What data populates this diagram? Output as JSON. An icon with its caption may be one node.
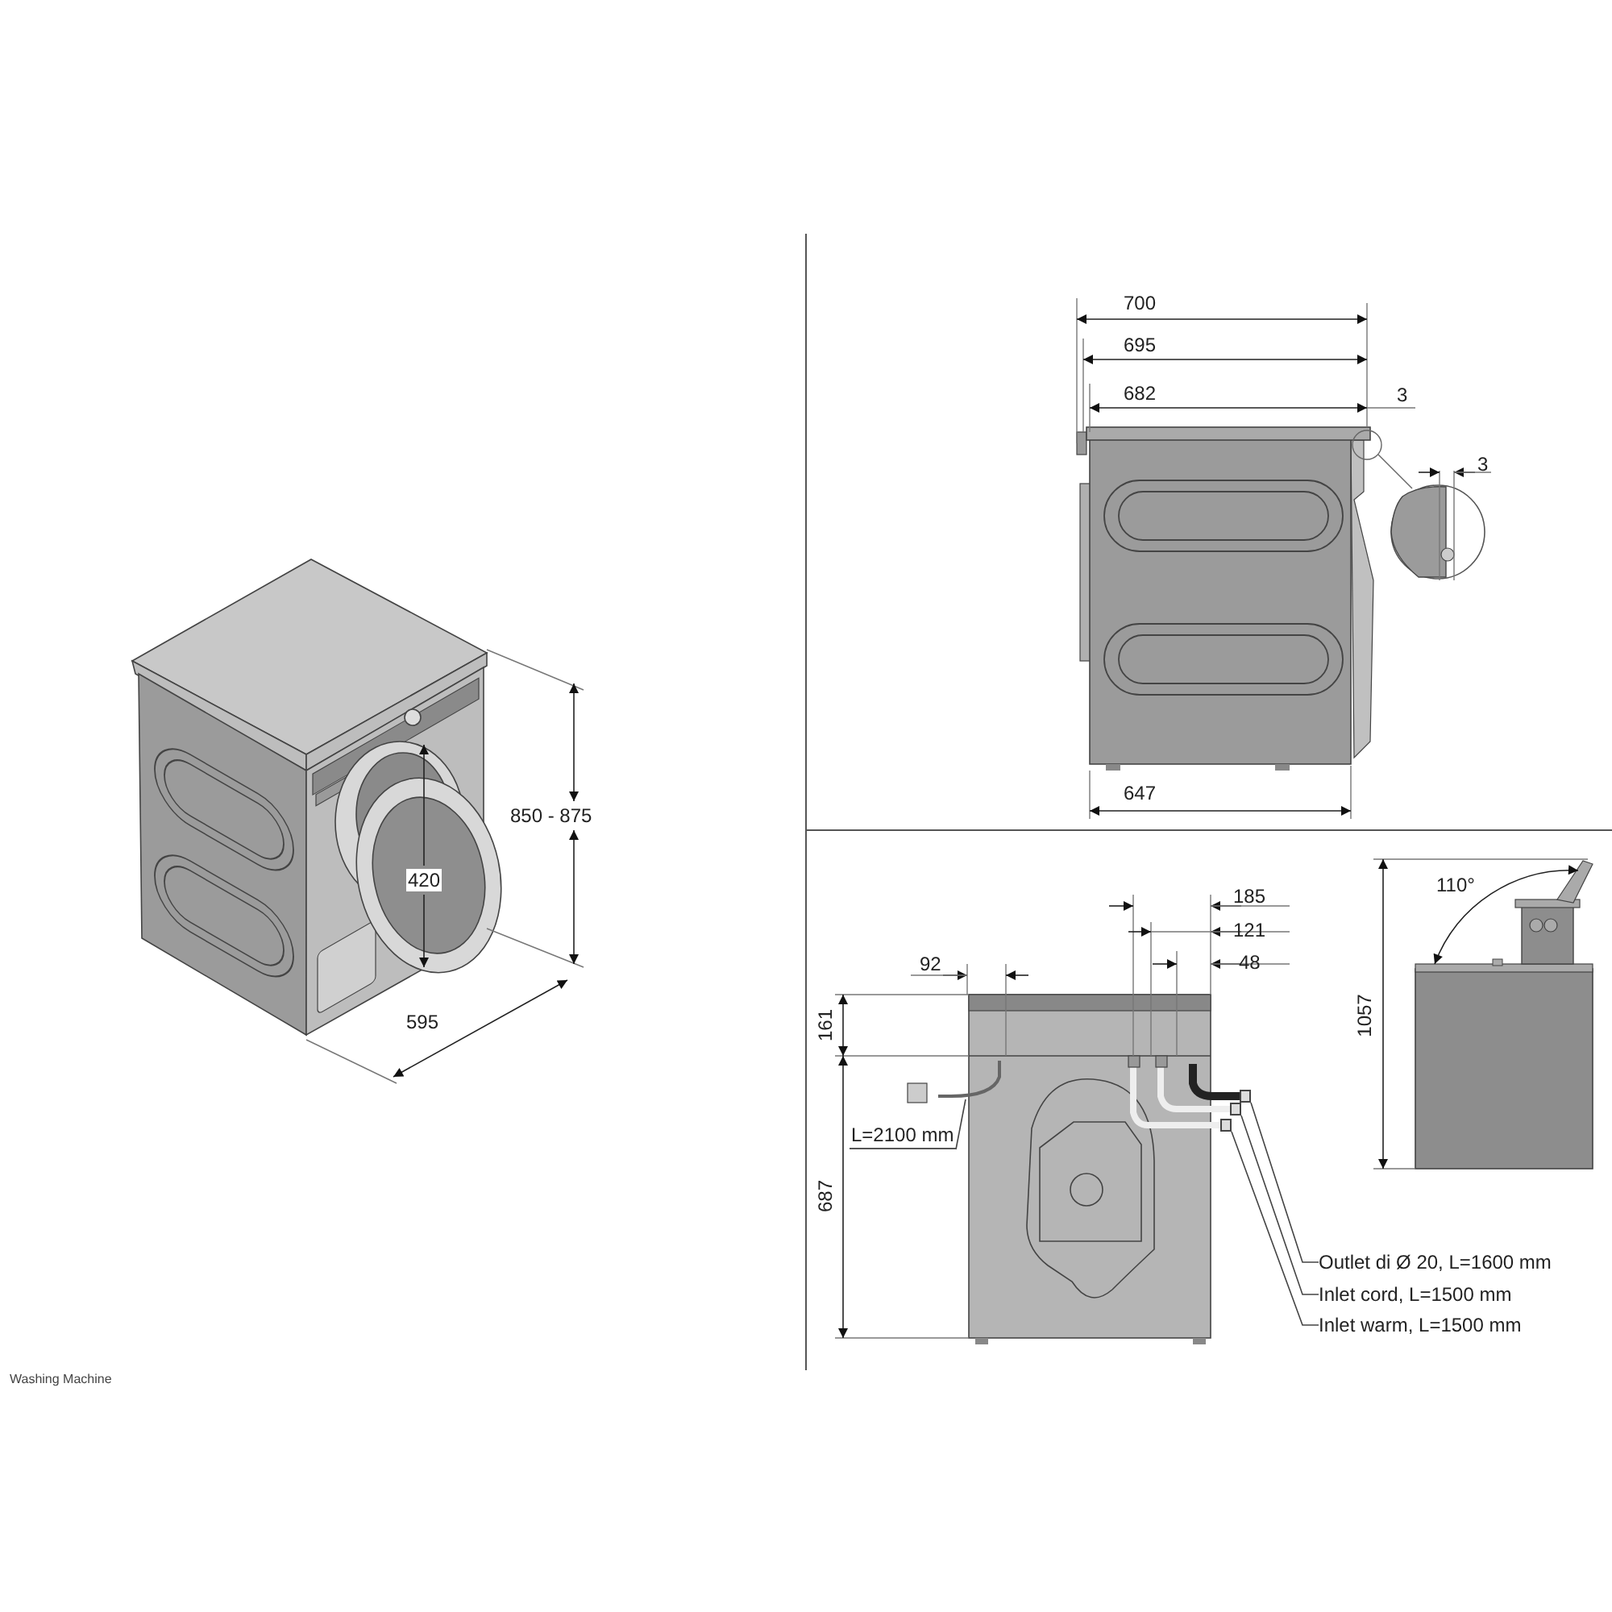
{
  "diagram": {
    "caption": "Washing Machine",
    "nodes": [
      {
        "text": [
          "L=2100 mm"
        ]
      },
      {
        "text": [
          "Outlet di Ø 20, L=1600 mm"
        ]
      },
      {
        "text": [
          "Inlet cord, L=1500 mm"
        ]
      },
      {
        "text": [
          "Inlet warm, L=1500 mm"
        ]
      },
      {
        "text": [],
        "shape": "box"
      },
      {
        "text": [],
        "shape": "box"
      },
      {
        "text": [],
        "shape": "box"
      }
    ],
    "edges": [
      {
        "from": 0,
        "to": null,
        "arrow": "none"
      },
      {
        "from": 1,
        "to": 4,
        "arrow": "none"
      },
      {
        "from": 2,
        "to": 5,
        "arrow": "none"
      },
      {
        "from": 3,
        "to": 6,
        "arrow": "none"
      }
    ],
    "labels": [
      "700",
      "695",
      "682",
      "3",
      "3",
      "850 - 875",
      "420",
      "595",
      "647",
      "185",
      "121",
      "92",
      "48",
      "110°",
      "161",
      "1057",
      "687"
    ]
  }
}
